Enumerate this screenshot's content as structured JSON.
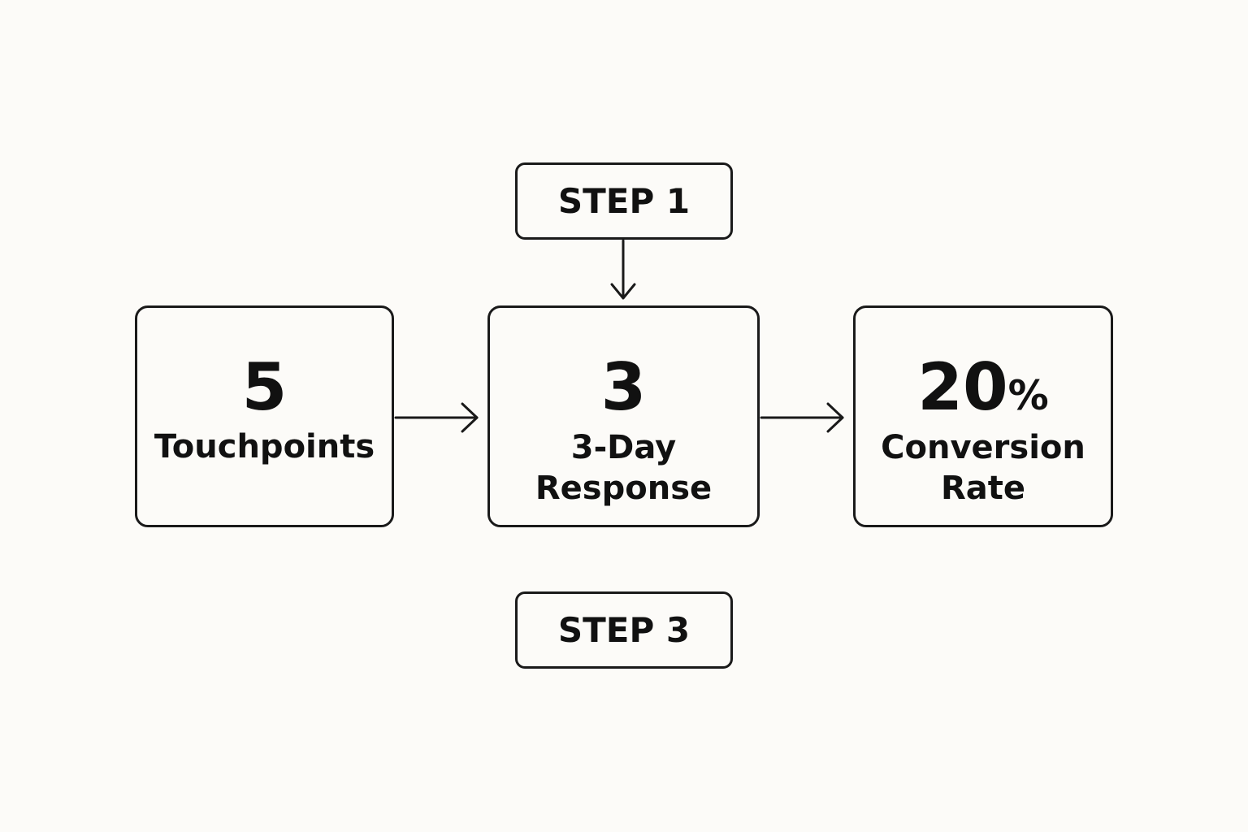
{
  "steps": {
    "top": "STEP 1",
    "bottom": "STEP 3"
  },
  "metrics": [
    {
      "value": "5",
      "unit": "",
      "label_lines": [
        "Touchpoints"
      ]
    },
    {
      "value": "3",
      "unit": "",
      "label_lines": [
        "3-Day",
        "Response"
      ]
    },
    {
      "value": "20",
      "unit": "%",
      "label_lines": [
        "Conversion",
        "Rate"
      ]
    }
  ],
  "colors": {
    "background": "#fcfbf8",
    "stroke": "#1a1a1a",
    "text": "#111111"
  }
}
